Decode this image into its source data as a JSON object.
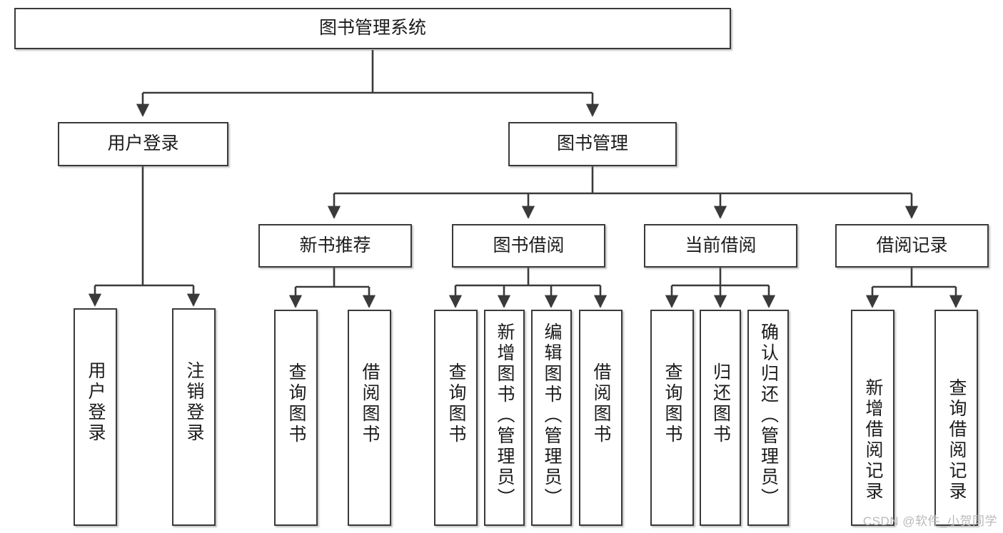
{
  "diagram": {
    "title": "图书管理系统",
    "type": "tree",
    "watermark": "CSDN @软件_小贺同学",
    "line_color": "#3a3a3a",
    "box_fill": "#ffffff",
    "text_color": "#1b1b1b",
    "root": {
      "label": "图书管理系统"
    },
    "level2": [
      {
        "label": "用户登录"
      },
      {
        "label": "图书管理"
      }
    ],
    "level3": [
      {
        "label": "新书推荐"
      },
      {
        "label": "图书借阅"
      },
      {
        "label": "当前借阅"
      },
      {
        "label": "借阅记录"
      }
    ],
    "leaves": [
      {
        "label": "用户登录",
        "parent": "用户登录"
      },
      {
        "label": "注销登录",
        "parent": "用户登录"
      },
      {
        "label": "查询图书",
        "parent": "新书推荐"
      },
      {
        "label": "借阅图书",
        "parent": "新书推荐"
      },
      {
        "label": "查询图书",
        "parent": "图书借阅"
      },
      {
        "label": "新增图书（管理员）",
        "parent": "图书借阅"
      },
      {
        "label": "编辑图书（管理员）",
        "parent": "图书借阅"
      },
      {
        "label": "借阅图书",
        "parent": "图书借阅"
      },
      {
        "label": "查询图书",
        "parent": "当前借阅"
      },
      {
        "label": "归还图书",
        "parent": "当前借阅"
      },
      {
        "label": "确认归还（管理员）",
        "parent": "当前借阅"
      },
      {
        "label": "新增借阅记录",
        "parent": "借阅记录"
      },
      {
        "label": "查询借阅记录",
        "parent": "借阅记录"
      }
    ]
  }
}
